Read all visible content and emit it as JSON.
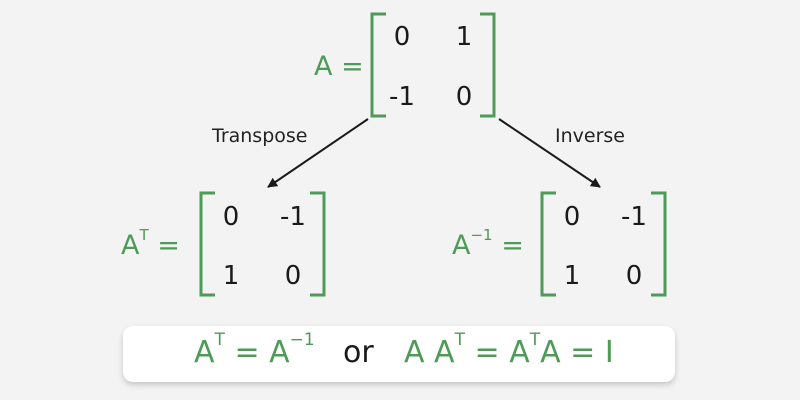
{
  "colors": {
    "accent": "#4f9a58",
    "text": "#1a1a1a",
    "background": "#f3f3f3",
    "banner": "#ffffff"
  },
  "matrix_a": {
    "label": "A",
    "equals": "=",
    "rows": [
      [
        "0",
        "1"
      ],
      [
        "-1",
        "0"
      ]
    ]
  },
  "matrix_t": {
    "label": "A",
    "sup": "T",
    "equals": "=",
    "rows": [
      [
        "0",
        "-1"
      ],
      [
        "1",
        "0"
      ]
    ]
  },
  "matrix_inv": {
    "label": "A",
    "sup": "−1",
    "equals": "=",
    "rows": [
      [
        "0",
        "-1"
      ],
      [
        "1",
        "0"
      ]
    ]
  },
  "arrows": {
    "left_label": "Transpose",
    "right_label": "Inverse"
  },
  "formula": {
    "p1": "A",
    "s1": "T",
    "p2": " = A",
    "s2": "−1",
    "or": "or",
    "p3": "A A",
    "s3": "T",
    "p4": " = A",
    "s4": "T",
    "p5": "A = I"
  }
}
